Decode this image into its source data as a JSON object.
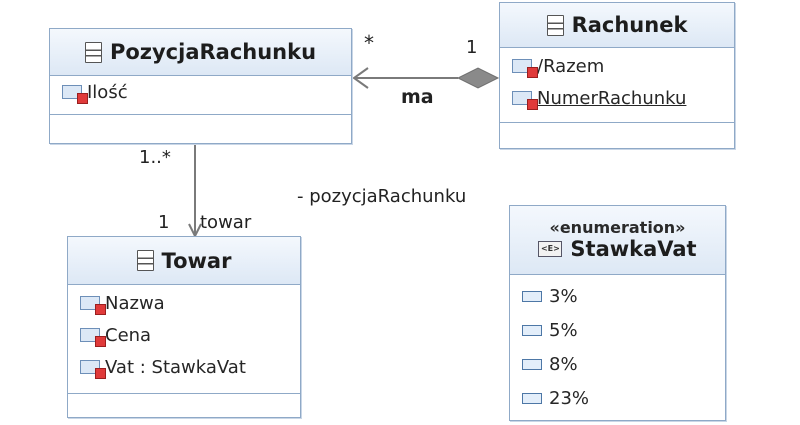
{
  "classes": {
    "pozycja": {
      "name": "PozycjaRachunku",
      "attributes": [
        "Ilość"
      ]
    },
    "rachunek": {
      "name": "Rachunek",
      "attributes": [
        "/Razem",
        "NumerRachunku"
      ]
    },
    "towar": {
      "name": "Towar",
      "attributes": [
        "Nazwa",
        "Cena",
        "Vat : StawkaVat"
      ]
    }
  },
  "enumeration": {
    "stereotype": "«enumeration»",
    "icon_text": "<E>",
    "name": "StawkaVat",
    "literals": [
      "3%",
      "5%",
      "8%",
      "23%"
    ]
  },
  "associations": {
    "ma": {
      "name": "ma",
      "source_multiplicity": "1",
      "target_multiplicity": "*"
    },
    "towar": {
      "source_multiplicity": "1..*",
      "target_multiplicity": "1",
      "target_role": "towar",
      "source_role": "- pozycjaRachunku"
    }
  },
  "colors": {
    "border": "#8fa9c7",
    "header_fill": "#dde8f5",
    "line": "#7a7a7a",
    "aggregation": "#8a8a8a",
    "marker": "#e03a3a"
  }
}
